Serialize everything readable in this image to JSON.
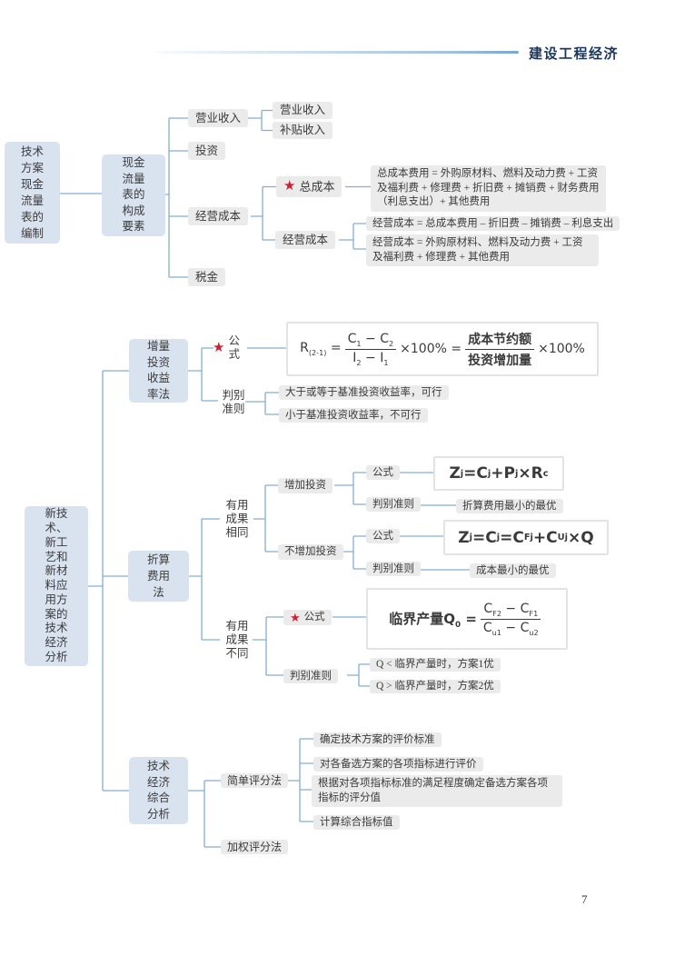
{
  "header": {
    "title": "建设工程经济"
  },
  "page": {
    "number": "7"
  },
  "icons": {
    "star": "★"
  },
  "map1": {
    "root": "技术\n方案\n现金\n流量\n表的\n编制",
    "structure": "现金\n流量\n表的\n构成\n要素",
    "revenue": {
      "label": "营业收入",
      "children": [
        "营业收入",
        "补贴收入"
      ]
    },
    "investment": {
      "label": "投资"
    },
    "tax": {
      "label": "税金"
    },
    "op_cost": {
      "label": "经营成本",
      "total_cost": {
        "label": "总成本",
        "formula": "总成本费用 = 外购原材料、燃料及动力费 + 工资及福利费 + 修理费 + 折旧费 + 摊销费 + 财务费用（利息支出）+ 其他费用"
      },
      "operating": {
        "label": "经营成本",
        "formulas": [
          "经营成本 = 总成本费用 – 折旧费 – 摊销费 – 利息支出",
          "经营成本 = 外购原材料、燃料及动力费 + 工资及福利费 + 修理费 + 其他费用"
        ]
      }
    }
  },
  "map2": {
    "root": "新技\n术、\n新工\n艺和\n新材\n料应\n用方\n案的\n技术\n经济\n分析",
    "roi": {
      "label": "增量\n投资\n收益\n率法",
      "formula_label": "公\n式",
      "criteria_label": "判别\n准则",
      "criteria": [
        "大于或等于基准投资收益率，可行",
        "小于基准投资收益率，不可行"
      ],
      "formula": {
        "lhs": [
          [
            "R",
            "(2-1)"
          ],
          [
            " = ",
            ""
          ]
        ],
        "num1": [
          [
            "C",
            "1"
          ],
          [
            " − ",
            ""
          ],
          [
            "C",
            "2"
          ]
        ],
        "den1": [
          [
            "I",
            "2"
          ],
          [
            " − ",
            ""
          ],
          [
            "I",
            "1"
          ]
        ],
        "mid": [
          [
            "×100% = ",
            ""
          ]
        ],
        "num2": "成本节约额",
        "den2": "投资增加量",
        "suffix": [
          [
            "×100%",
            ""
          ]
        ]
      }
    },
    "conversion": {
      "label": "折算\n费用\n法",
      "same": {
        "label": "有用\n成果\n相同",
        "add": {
          "label": "增加投资",
          "formula_label": "公式",
          "formula": [
            [
              "Z",
              "j"
            ],
            [
              " = ",
              ""
            ],
            [
              "C",
              "j"
            ],
            [
              " + ",
              ""
            ],
            [
              "P",
              "j"
            ],
            [
              " × ",
              ""
            ],
            [
              "R",
              "c"
            ]
          ],
          "criteria_label": "判别准则",
          "criterion": "折算费用最小的最优"
        },
        "no_add": {
          "label": "不增加投资",
          "formula_label": "公式",
          "formula": [
            [
              "Z",
              "j"
            ],
            [
              " = ",
              ""
            ],
            [
              "C",
              "j"
            ],
            [
              " = ",
              ""
            ],
            [
              "C",
              "Fj"
            ],
            [
              " + ",
              ""
            ],
            [
              "C",
              "Uj"
            ],
            [
              " × ",
              ""
            ],
            [
              "Q",
              ""
            ]
          ],
          "criteria_label": "判别准则",
          "criterion": "成本最小的最优"
        }
      },
      "diff": {
        "label": "有用\n成果\n不同",
        "formula_label": "公式",
        "formula": {
          "prefix": [
            [
              "临界产量",
              ""
            ],
            [
              "Q",
              "0"
            ],
            [
              " = ",
              ""
            ]
          ],
          "num": [
            [
              "C",
              "F2"
            ],
            [
              " − ",
              ""
            ],
            [
              "C",
              "F1"
            ]
          ],
          "den": [
            [
              "C",
              "u1"
            ],
            [
              " − ",
              ""
            ],
            [
              "C",
              "u2"
            ]
          ]
        },
        "criteria_label": "判别准则",
        "criteria": [
          "Q < 临界产量时，方案1优",
          "Q > 临界产量时，方案2优"
        ]
      }
    },
    "comprehensive": {
      "label": "技术\n经济\n综合\n分析",
      "simple": {
        "label": "简单评分法",
        "steps": [
          "确定技术方案的评价标准",
          "对各备选方案的各项指标进行评价",
          "根据对各项指标标准的满足程度确定备选方案各项指标的评分值",
          "计算综合指标值"
        ]
      },
      "weighted": {
        "label": "加权评分法"
      }
    }
  }
}
